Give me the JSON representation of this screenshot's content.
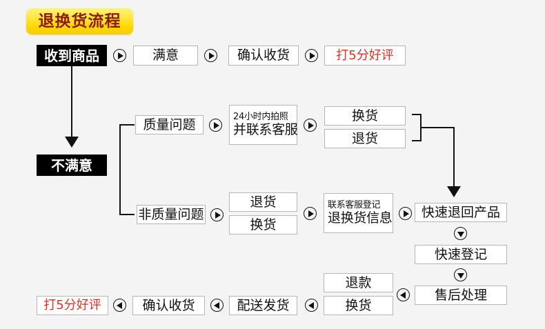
{
  "page": {
    "title": "退换货流程",
    "background_color": "#f4f4f4",
    "badge_color": "#fdd800",
    "badge_text_color": "#8f1a05",
    "accent_red": "#e03124"
  },
  "nodes": {
    "received": "收到商品",
    "satisfied": "满意",
    "confirm_receipt_top": "确认收货",
    "five_star_top": "打5分好评",
    "unsatisfied": "不满意",
    "quality_issue": "质量问题",
    "photo_line1": "24小时内拍照",
    "photo_line2": "并联系客服",
    "exchange_q": "换货",
    "return_q": "退货",
    "non_quality_issue": "非质量问题",
    "return_nq": "退货",
    "exchange_nq": "换货",
    "register_line1": "联系客服登记",
    "register_line2": "退换货信息",
    "fast_return_product": "快速退回产品",
    "fast_register": "快速登记",
    "after_sales": "售后处理",
    "refund_bottom": "退款",
    "exchange_bottom": "换货",
    "delivery_shipping": "配送发货",
    "confirm_receipt_bottom": "确认收货",
    "five_star_bottom": "打5分好评"
  },
  "arrows": {
    "right": "arrow-right-icon",
    "left": "arrow-left-icon",
    "down": "arrow-down-icon"
  }
}
